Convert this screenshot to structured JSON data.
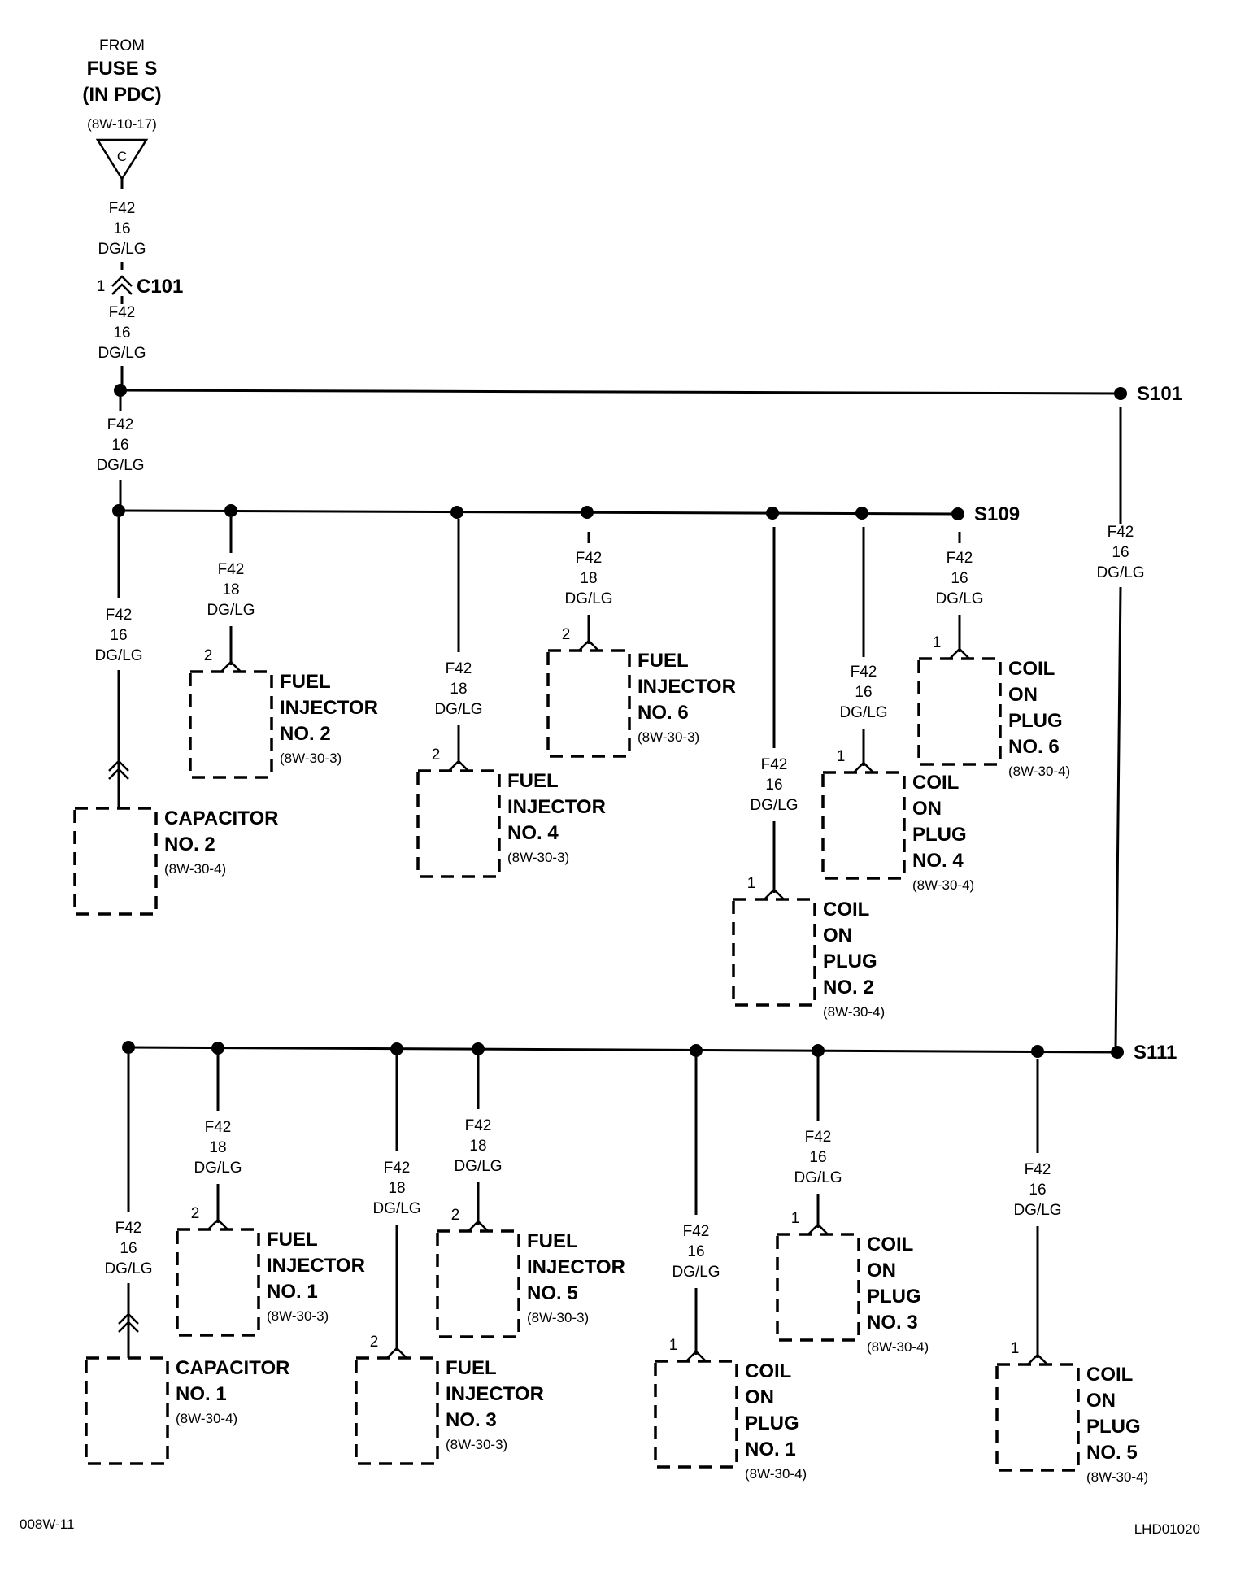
{
  "source": {
    "from": "FROM",
    "fuse": "FUSE S",
    "location": "(IN PDC)",
    "ref": "(8W-10-17)",
    "connector_letter": "C"
  },
  "wire_std": {
    "circuit": "F42",
    "gauge": "16",
    "color": "DG/LG"
  },
  "wire_inj": {
    "circuit": "F42",
    "gauge": "18",
    "color": "DG/LG"
  },
  "connector_c101": {
    "pin": "1",
    "name": "C101"
  },
  "splices": {
    "s101": "S101",
    "s109": "S109",
    "s111": "S111"
  },
  "components": {
    "cap2": {
      "lines": [
        "CAPACITOR",
        "NO. 2"
      ],
      "ref": "(8W-30-4)"
    },
    "inj2": {
      "pin": "2",
      "lines": [
        "FUEL",
        "INJECTOR",
        "NO. 2"
      ],
      "ref": "(8W-30-3)"
    },
    "inj4": {
      "pin": "2",
      "lines": [
        "FUEL",
        "INJECTOR",
        "NO. 4"
      ],
      "ref": "(8W-30-3)"
    },
    "inj6": {
      "pin": "2",
      "lines": [
        "FUEL",
        "INJECTOR",
        "NO. 6"
      ],
      "ref": "(8W-30-3)"
    },
    "coil2": {
      "pin": "1",
      "lines": [
        "COIL",
        "ON",
        "PLUG",
        "NO. 2"
      ],
      "ref": "(8W-30-4)"
    },
    "coil4": {
      "pin": "1",
      "lines": [
        "COIL",
        "ON",
        "PLUG",
        "NO. 4"
      ],
      "ref": "(8W-30-4)"
    },
    "coil6": {
      "pin": "1",
      "lines": [
        "COIL",
        "ON",
        "PLUG",
        "NO. 6"
      ],
      "ref": "(8W-30-4)"
    },
    "cap1": {
      "lines": [
        "CAPACITOR",
        "NO. 1"
      ],
      "ref": "(8W-30-4)"
    },
    "inj1": {
      "pin": "2",
      "lines": [
        "FUEL",
        "INJECTOR",
        "NO. 1"
      ],
      "ref": "(8W-30-3)"
    },
    "inj3": {
      "pin": "2",
      "lines": [
        "FUEL",
        "INJECTOR",
        "NO. 3"
      ],
      "ref": "(8W-30-3)"
    },
    "inj5": {
      "pin": "2",
      "lines": [
        "FUEL",
        "INJECTOR",
        "NO. 5"
      ],
      "ref": "(8W-30-3)"
    },
    "coil1": {
      "pin": "1",
      "lines": [
        "COIL",
        "ON",
        "PLUG",
        "NO. 1"
      ],
      "ref": "(8W-30-4)"
    },
    "coil3": {
      "pin": "1",
      "lines": [
        "COIL",
        "ON",
        "PLUG",
        "NO. 3"
      ],
      "ref": "(8W-30-4)"
    },
    "coil5": {
      "pin": "1",
      "lines": [
        "COIL",
        "ON",
        "PLUG",
        "NO. 5"
      ],
      "ref": "(8W-30-4)"
    }
  },
  "footer": {
    "left": "008W-11",
    "right": "LHD01020"
  }
}
